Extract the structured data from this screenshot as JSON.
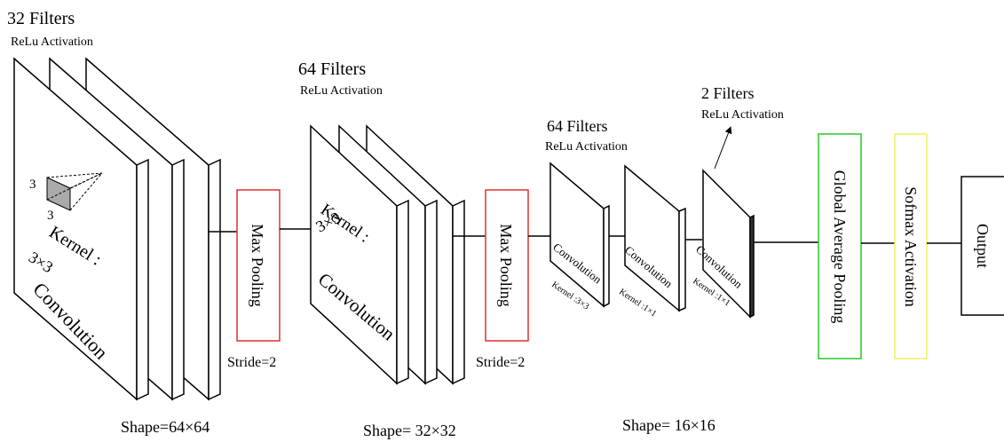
{
  "stage1": {
    "filters": "32 Filters",
    "activation": "ReLu Activation",
    "kernel_label": "Kernel :",
    "kernel_size": "3×3",
    "layer": "Convolution",
    "dim_a": "3",
    "dim_b": "3",
    "shape": "Shape=64×64"
  },
  "pool1": {
    "label": "Max Pooling",
    "stride": "Stride=2",
    "border_color": "#e03030"
  },
  "stage2": {
    "filters": "64 Filters",
    "activation": "ReLu Activation",
    "kernel_label": "Kernel :",
    "kernel_size": "3×3",
    "layer": "Convolution",
    "shape": "Shape= 32×32"
  },
  "pool2": {
    "label": "Max Pooling",
    "stride": "Stride=2",
    "border_color": "#e03030"
  },
  "stage3": {
    "filters": "64 Filters",
    "activation": "ReLu Activation",
    "conv_a": {
      "layer": "Convolution",
      "kernel": "Kernel :3×3"
    },
    "conv_b": {
      "layer": "Convolution",
      "kernel": "Kernel :1×1"
    },
    "shape": "Shape= 16×16"
  },
  "stage4": {
    "filters": "2 Filters",
    "activation": "ReLu Activation",
    "conv": {
      "layer": "Convolution",
      "kernel": "Kernel :1×1"
    }
  },
  "gap": {
    "label": "Global Average Pooling",
    "border_color": "#22cc22"
  },
  "softmax": {
    "label": "Sofmax Activation",
    "border_color": "#f0f060"
  },
  "output": {
    "label": "Output"
  }
}
